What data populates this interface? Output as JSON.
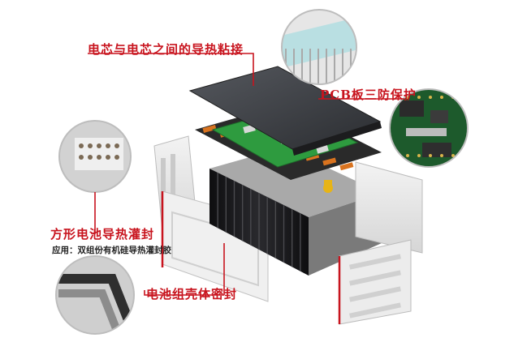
{
  "callouts": {
    "cell_to_cell": "电芯与电芯之间的导热粘接",
    "pcb": "PCB板三防保护",
    "cell_potting": "方形电池导热灌封",
    "application": "应用：双组份有机硅导热灌封胶",
    "housing_seal": "电池组壳体密封"
  },
  "colors": {
    "accent": "#c8141e",
    "pcb_green": "#2e9b3f",
    "lid": "#3a3c40",
    "cell": "#1b1b1d",
    "busbar": "#d9731f"
  },
  "icons": {
    "thumb_top": "potted-module-thumbnail",
    "thumb_pcb": "circuit-board-thumbnail",
    "thumb_left": "potted-cells-thumbnail",
    "thumb_seal": "housing-gasket-thumbnail"
  }
}
